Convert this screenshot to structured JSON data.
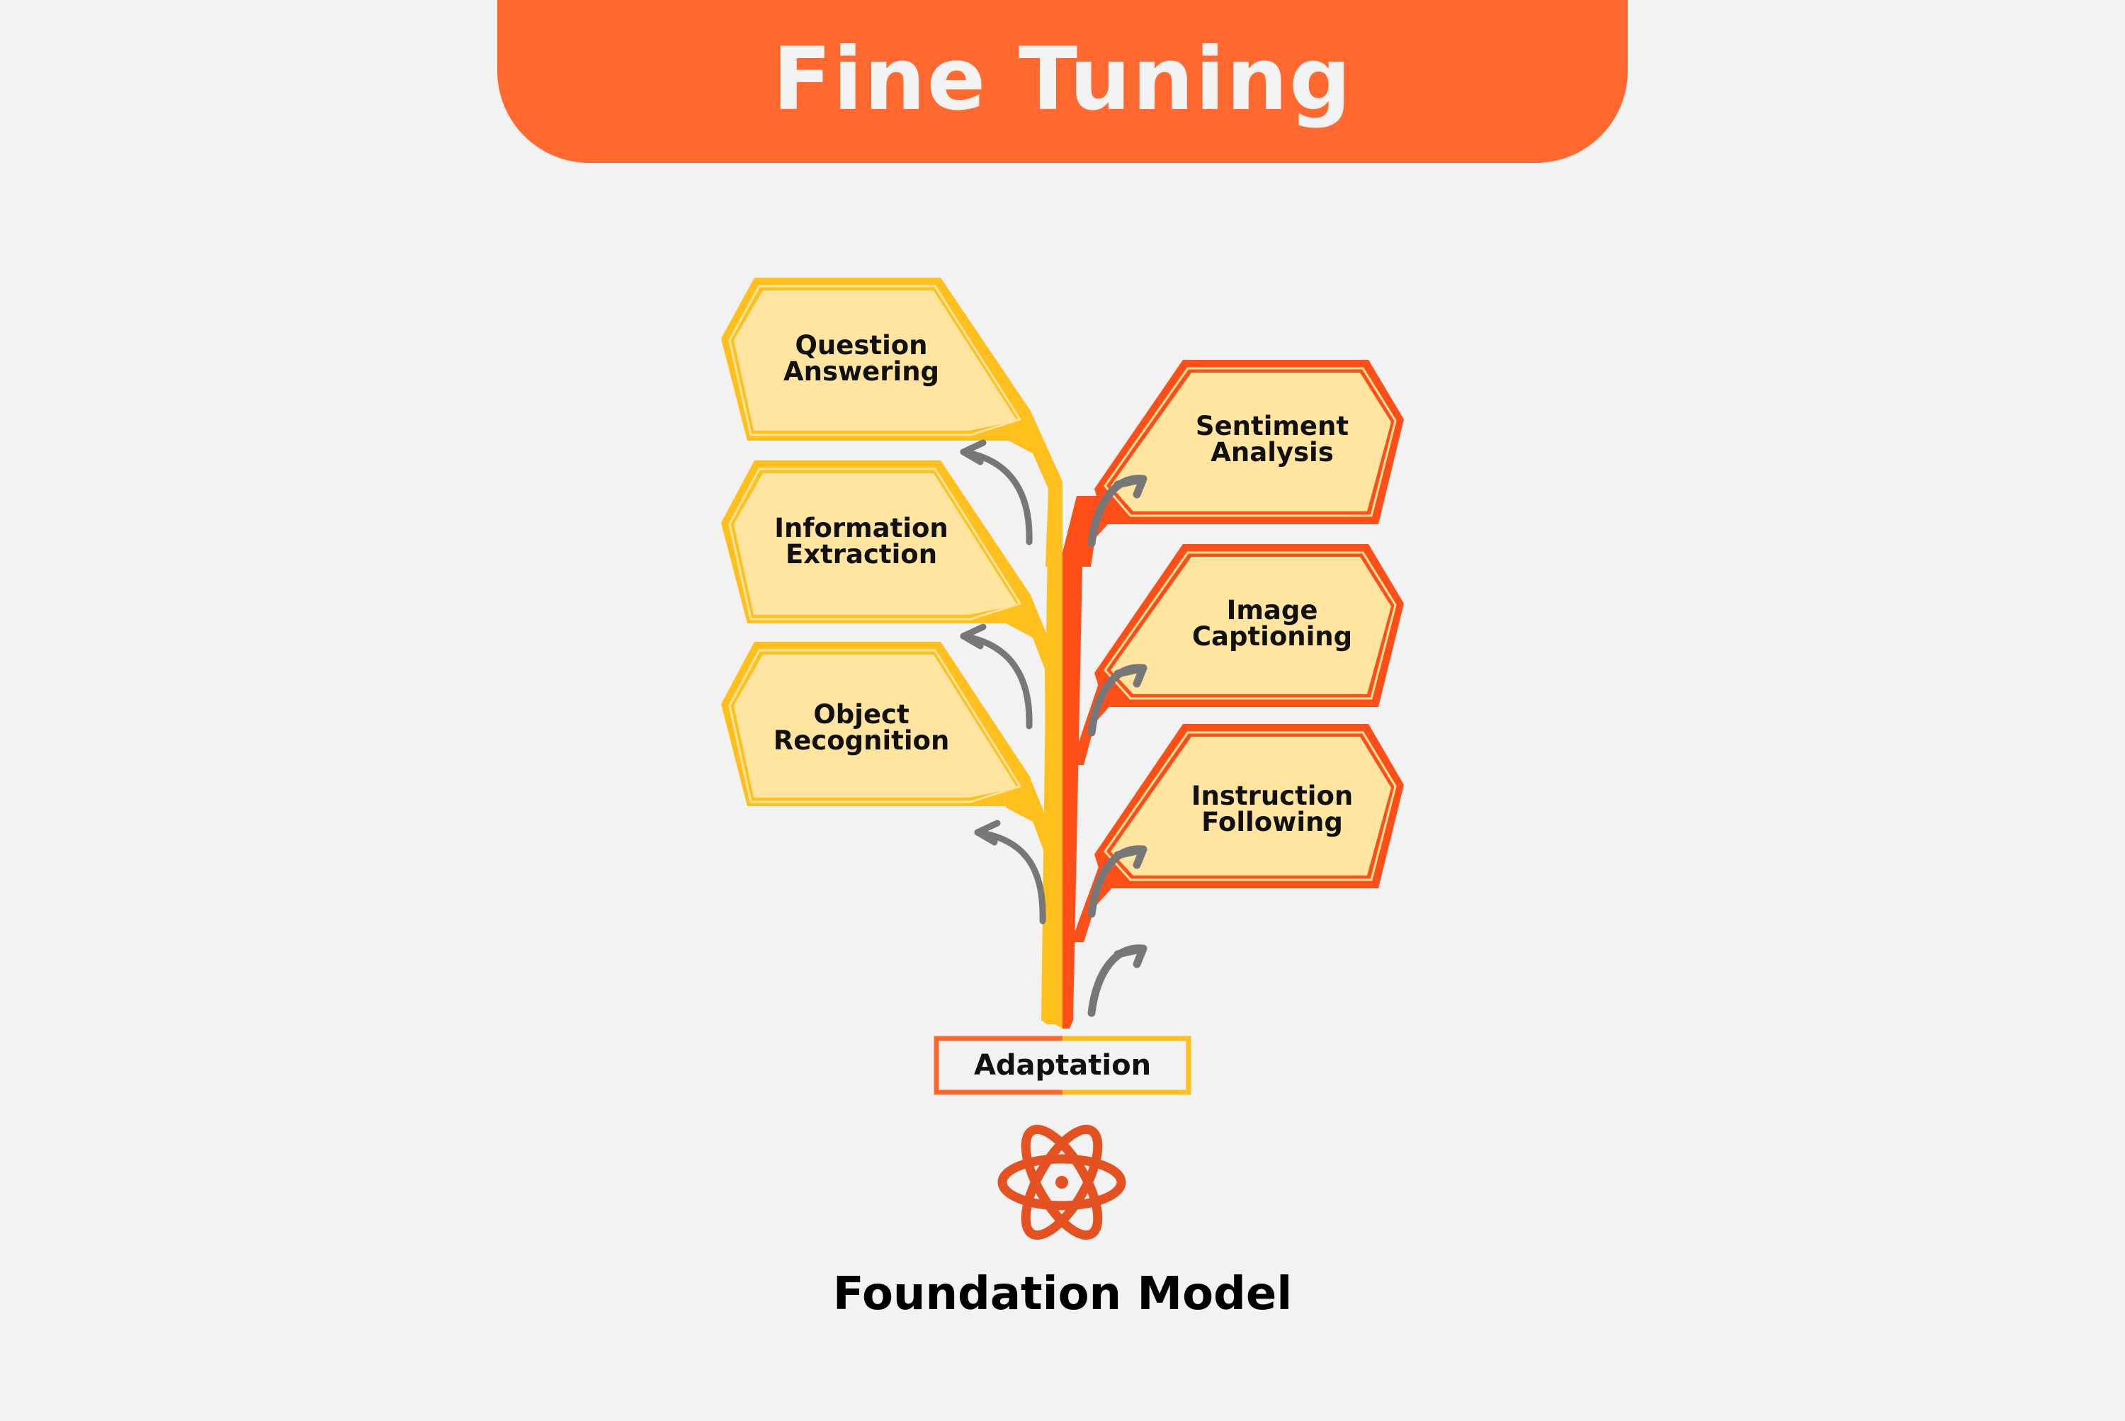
{
  "title": "Fine Tuning",
  "colors": {
    "banner": "#ff6930",
    "left_branch": "#ffc01e",
    "right_branch": "#ff4f19",
    "box_fill": "#ffe59f",
    "arrow": "#777777",
    "atom": "#e35220"
  },
  "left_tasks": [
    {
      "line1": "Question",
      "line2": "Answering"
    },
    {
      "line1": "Information",
      "line2": "Extraction"
    },
    {
      "line1": "Object",
      "line2": "Recognition"
    }
  ],
  "right_tasks": [
    {
      "line1": "Sentiment",
      "line2": "Analysis"
    },
    {
      "line1": "Image",
      "line2": "Captioning"
    },
    {
      "line1": "Instruction",
      "line2": "Following"
    }
  ],
  "adaptation_label": "Adaptation",
  "foundation": {
    "icon": "atom-icon",
    "label": "Foundation Model"
  }
}
